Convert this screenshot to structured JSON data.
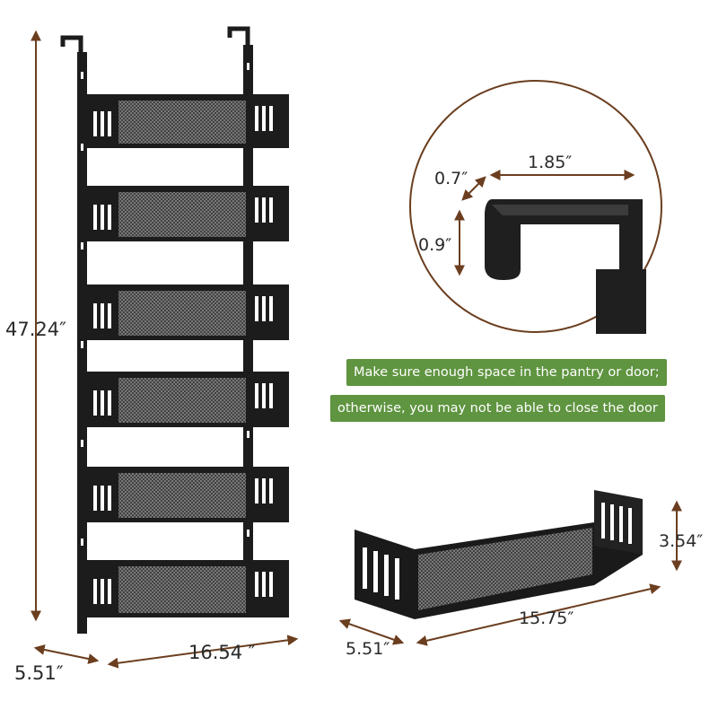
{
  "dimensions": {
    "rack_height": "47.24″",
    "rack_width": "16.54 ″",
    "rack_depth": "5.51″",
    "hook_width": "1.85″",
    "hook_thickness": "0.7″",
    "hook_drop": "0.9″",
    "basket_height": "3.54″",
    "basket_length": "15.75″",
    "basket_depth": "5.51″"
  },
  "notes": [
    "Make sure enough space in the pantry or door;",
    "otherwise, you may not be able to close the door"
  ],
  "colors": {
    "arrow": "#6b3e1f",
    "note_bg": "#5f9440",
    "rack": "#1c1c1c",
    "circle_border": "#6b3e1f"
  }
}
